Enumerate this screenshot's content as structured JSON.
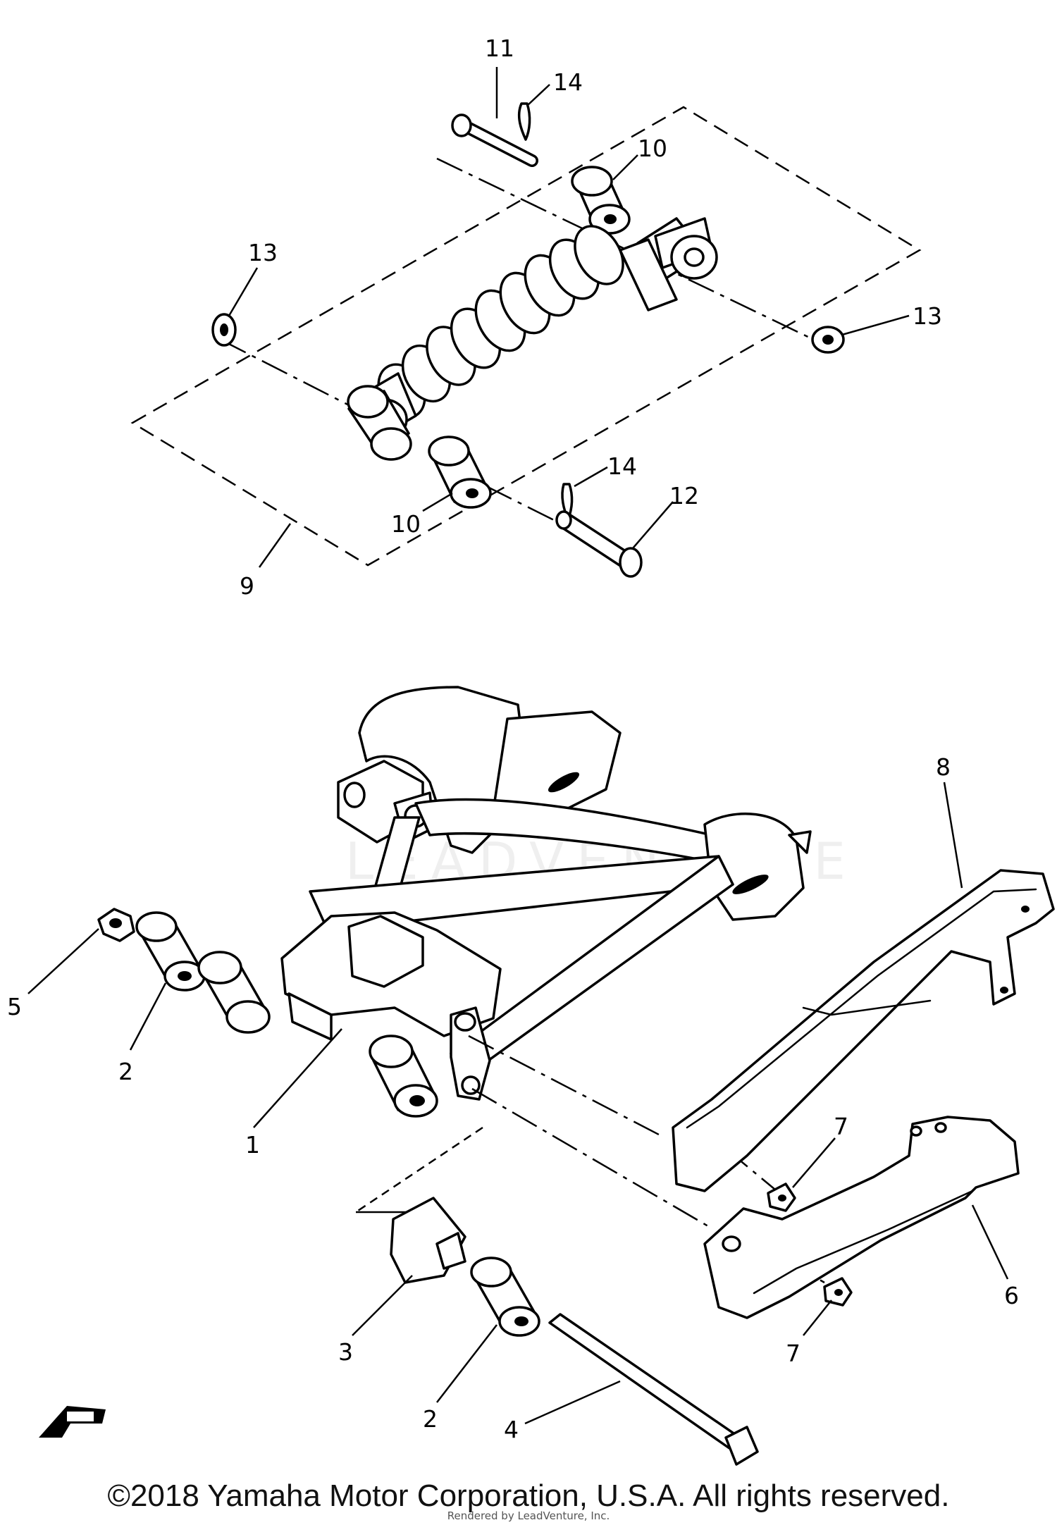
{
  "callouts": {
    "c1": "1",
    "c2a": "2",
    "c2b": "2",
    "c3": "3",
    "c4": "4",
    "c5": "5",
    "c6": "6",
    "c7a": "7",
    "c7b": "7",
    "c8": "8",
    "c9": "9",
    "c10a": "10",
    "c10b": "10",
    "c11": "11",
    "c12": "12",
    "c13a": "13",
    "c13b": "13",
    "c14a": "14",
    "c14b": "14"
  },
  "footer": {
    "copyright": "©2018 Yamaha Motor Corporation, U.S.A. All rights reserved.",
    "credit": "Rendered by LeadVenture, Inc."
  },
  "watermark": "LEADVENTURE",
  "front_icon": "front-direction-icon"
}
